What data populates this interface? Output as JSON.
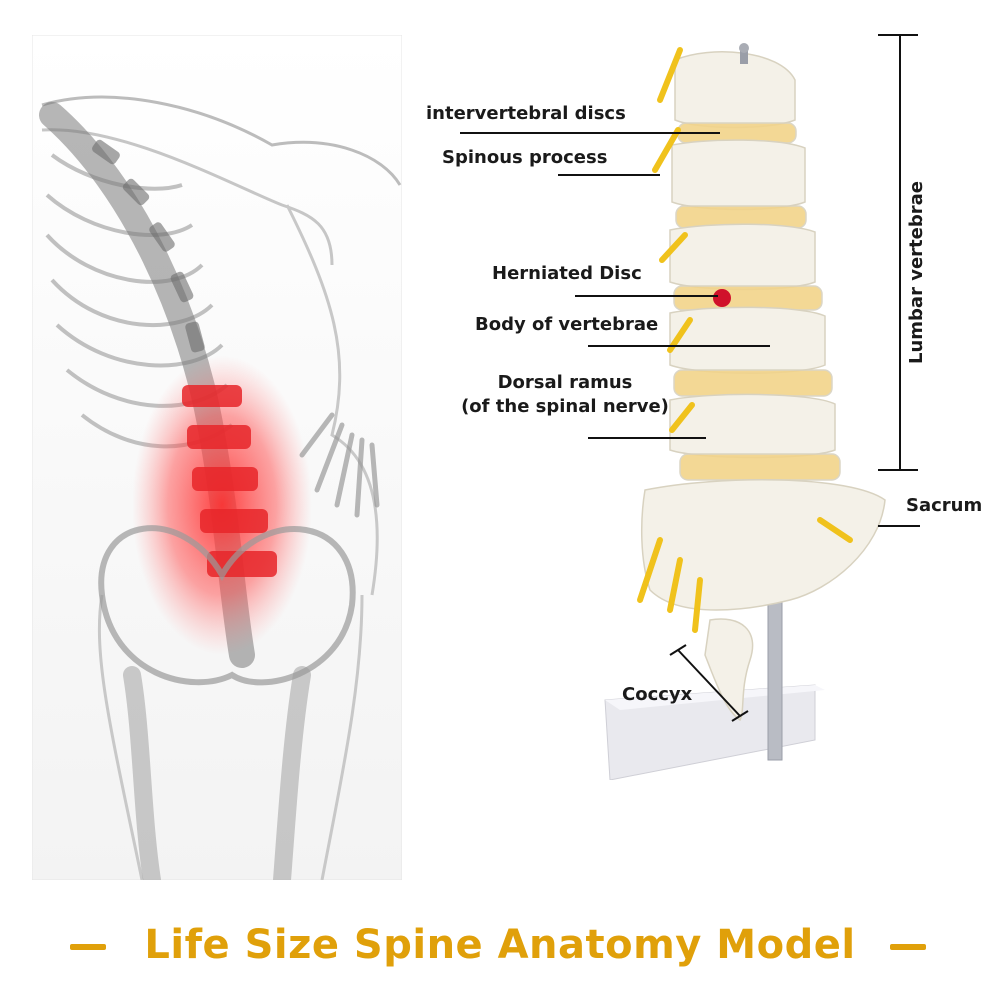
{
  "labels": {
    "intervertebral_discs": "intervertebral discs",
    "spinous_process": "Spinous process",
    "herniated_disc": "Herniated Disc",
    "body_of_vertebrae": "Body of vertebrae",
    "dorsal_ramus_line1": "Dorsal ramus",
    "dorsal_ramus_line2": "(of the spinal nerve)",
    "sacrum": "Sacrum",
    "coccyx": "Coccyx",
    "lumbar_vertebrae": "Lumbar vertebrae"
  },
  "footer": {
    "title": "Life Size Spine Anatomy Model"
  },
  "colors": {
    "accent": "#e0a00a",
    "pain_red": "#e8262a",
    "bone": "#f4f1e8",
    "disc": "#f2d48a",
    "nerve": "#f0c21c"
  }
}
